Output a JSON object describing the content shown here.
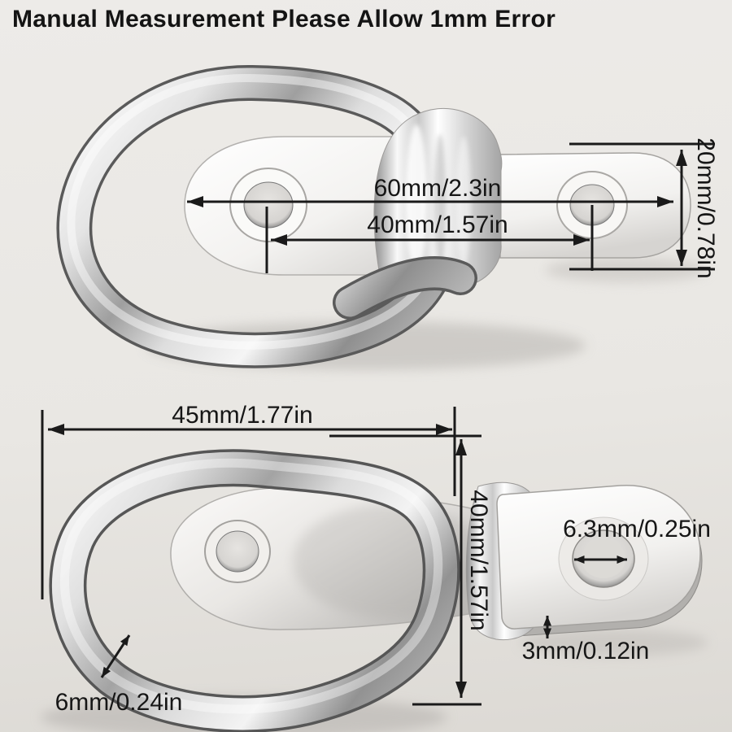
{
  "title": "Manual Measurement Please Allow 1mm Error",
  "colors": {
    "background": "#e9e7e3",
    "annotation": "#1a1a1a",
    "metal_highlight": "#f8f8f8",
    "metal_shade": "#8f8f8f"
  },
  "top_product": {
    "name": "D-ring tie-down anchor with two-hole bracket (top view)",
    "labels": {
      "overall_width": "60mm/2.3in",
      "hole_spacing": "40mm/1.57in",
      "bracket_width": "20mm/0.78in"
    }
  },
  "bottom_product": {
    "name": "D-ring tie-down anchor with single-hole bracket (back view)",
    "labels": {
      "ring_width": "45mm/1.77in",
      "ring_height": "40mm/1.57in",
      "hole_diameter": "6.3mm/0.25in",
      "plate_thickness": "3mm/0.12in",
      "rod_diameter": "6mm/0.24in"
    }
  }
}
